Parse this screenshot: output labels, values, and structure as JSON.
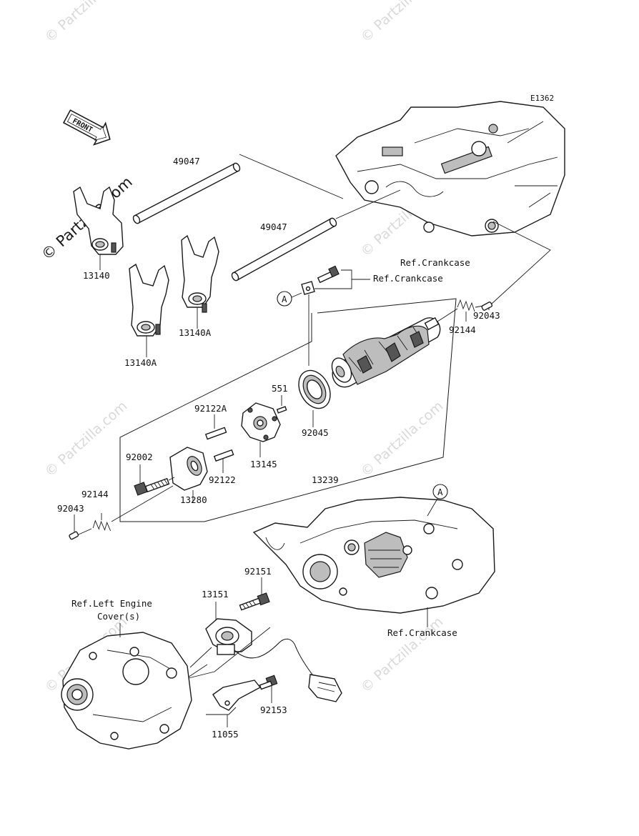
{
  "diagram_code": "E1362",
  "front_arrow_label": "FRONT",
  "watermark": "© Partzilla.com",
  "callout_letter": "A",
  "labels": {
    "p49047_a": "49047",
    "p49047_b": "49047",
    "p13140": "13140",
    "p13140A_a": "13140A",
    "p13140A_b": "13140A",
    "ref_crankcase_top": "Ref.Crankcase",
    "ref_crankcase_mid": "Ref.Crankcase",
    "p92043_a": "92043",
    "p92144_a": "92144",
    "p551": "551",
    "p92122A": "92122A",
    "p92045": "92045",
    "p92002": "92002",
    "p13145": "13145",
    "p92122": "92122",
    "p13239": "13239",
    "p13280": "13280",
    "p92144_b": "92144",
    "p92043_b": "92043",
    "p92151": "92151",
    "p13151": "13151",
    "ref_left_cover_line1": "Ref.Left Engine",
    "ref_left_cover_line2": "Cover(s)",
    "ref_crankcase_low": "Ref.Crankcase",
    "p92153": "92153",
    "p11055": "11055"
  }
}
